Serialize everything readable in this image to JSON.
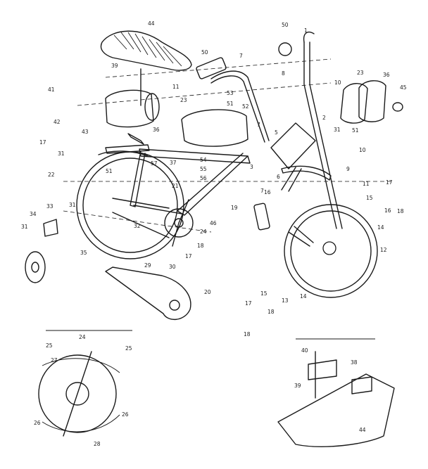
{
  "diagram": {
    "part_numbers": {
      "p1": "1",
      "p2": "2",
      "p3": "3",
      "p5": "5",
      "p6": "6",
      "p7": "7",
      "p8": "8",
      "p9": "9",
      "p10": "10",
      "p11": "11",
      "p12": "12",
      "p13": "13",
      "p14": "14",
      "p15": "15",
      "p16": "16",
      "p17": "17",
      "p18": "18",
      "p19": "19",
      "p20": "20",
      "p21": "21",
      "p22": "22",
      "p23": "23",
      "p24": "24",
      "p25": "25",
      "p26": "26",
      "p27": "27",
      "p28": "28",
      "p29": "29",
      "p30": "30",
      "p31": "31",
      "p32": "32",
      "p33": "33",
      "p34": "34",
      "p35": "35",
      "p36": "36",
      "p37": "37",
      "p38": "38",
      "p39": "39",
      "p40": "40",
      "p41": "41",
      "p42": "42",
      "p43": "43",
      "p44": "44",
      "p45": "45",
      "p46": "46",
      "p50": "50",
      "p51": "51",
      "p52": "52",
      "p53": "53",
      "p54": "54",
      "p55": "55",
      "p56": "56",
      "p57": "57"
    }
  }
}
